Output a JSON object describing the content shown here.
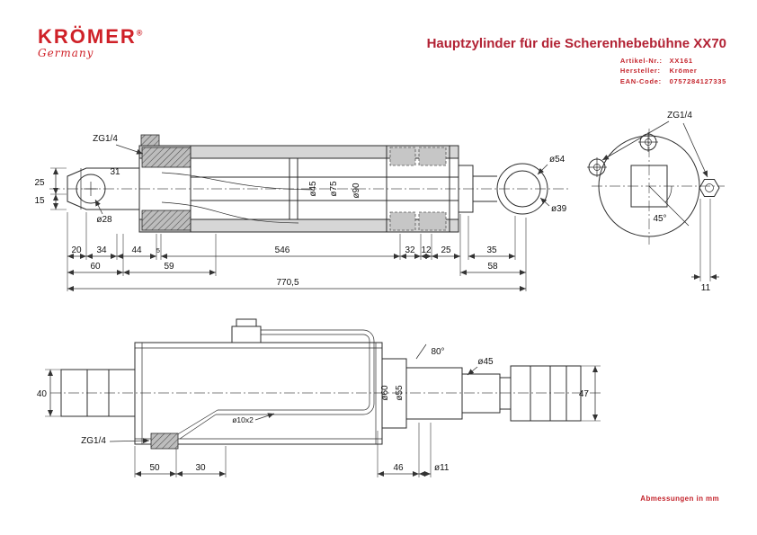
{
  "header": {
    "logo_text": "KRÖMER",
    "logo_reg": "®",
    "logo_country": "Germany",
    "title": "Hauptzylinder für die Scherenhebebühne XX70",
    "meta": {
      "artikel_label": "Artikel-Nr.:",
      "artikel_value": "XX161",
      "hersteller_label": "Hersteller:",
      "hersteller_value": "Krömer",
      "ean_label": "EAN-Code:",
      "ean_value": "0757284127335"
    }
  },
  "footer": {
    "note": "Abmessungen in mm"
  },
  "side_view": {
    "port_label": "ZG1/4",
    "dim_31": "31",
    "dim_25": "25",
    "dim_15": "15",
    "dia_28": "ø28",
    "dia_45": "ø45",
    "dia_75": "ø75",
    "dia_90": "ø90",
    "dia_54": "ø54",
    "dia_39": "ø39",
    "dim_20": "20",
    "dim_34": "34",
    "dim_44": "44",
    "dim_5": "5",
    "dim_546": "546",
    "dim_32": "32",
    "dim_12": "12",
    "dim_25b": "25",
    "dim_35": "35",
    "dim_60": "60",
    "dim_59": "59",
    "dim_58": "58",
    "dim_total": "770,5"
  },
  "end_view": {
    "port_label": "ZG1/4",
    "angle_45": "45°",
    "dim_11": "11"
  },
  "bottom_view": {
    "dim_40": "40",
    "angle_80": "80°",
    "dia_45": "ø45",
    "dia_60": "ø60",
    "dia_55": "ø55",
    "dim_47": "47",
    "port_label": "ZG1/4",
    "pipe_label": "ø10x2",
    "dim_50": "50",
    "dim_30": "30",
    "dim_46": "46",
    "dia_11": "ø11"
  }
}
